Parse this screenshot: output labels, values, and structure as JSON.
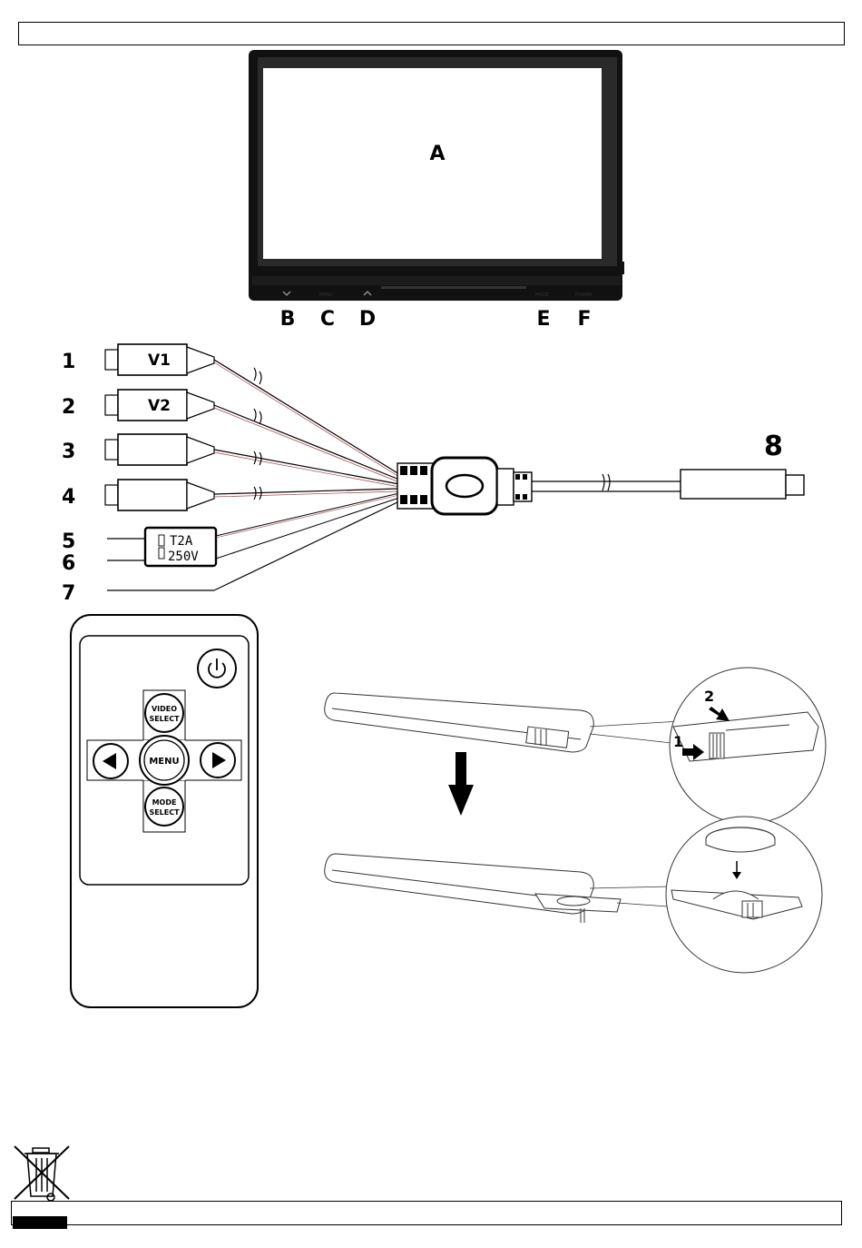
{
  "monitor": {
    "screen_label": "A",
    "button_labels": [
      "B",
      "C",
      "D",
      "E",
      "F"
    ],
    "bezel_texts": {
      "menu": "MENU",
      "mode": "MODE",
      "power": "POWER"
    }
  },
  "cable": {
    "numbers": [
      "1",
      "2",
      "3",
      "4",
      "5",
      "6",
      "7",
      "8"
    ],
    "plug_labels": {
      "v1": "V1",
      "v2": "V2"
    },
    "fuse": {
      "rating": "T2A",
      "voltage": "250V"
    }
  },
  "remote": {
    "video_select": [
      "VIDEO",
      "SELECT"
    ],
    "menu": "MENU",
    "mode_select": [
      "MODE",
      "SELECT"
    ]
  },
  "battery_steps": {
    "step1": "1",
    "step2": "2"
  },
  "icons": [
    "power-icon",
    "left-arrow-icon",
    "right-arrow-icon",
    "down-arrow-icon",
    "weee-bin-icon"
  ]
}
